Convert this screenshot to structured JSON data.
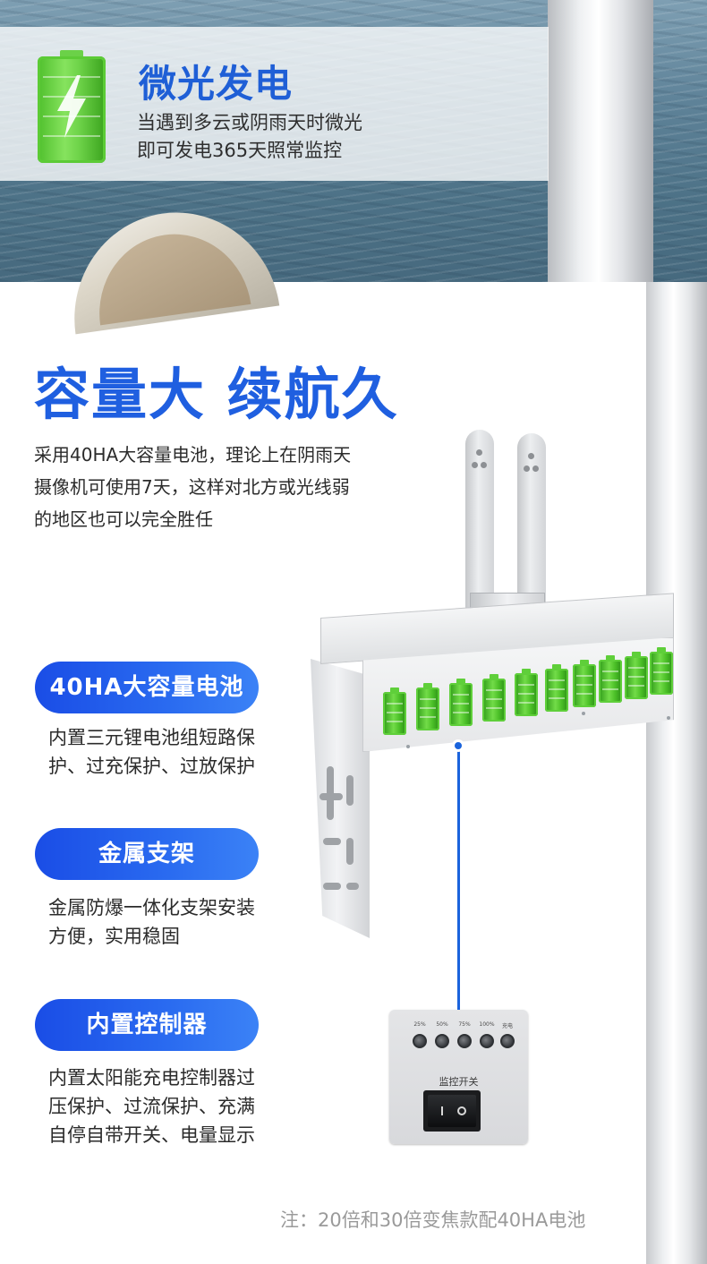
{
  "banner": {
    "title": "微光发电",
    "line1": "当遇到多云或阴雨天时微光",
    "line2": "即可发电365天照常监控"
  },
  "headline": {
    "title": "容量大 续航久",
    "intro_line1": "采用40HA大容量电池，理论上在阴雨天",
    "intro_line2": "摄像机可使用7天，这样对北方或光线弱",
    "intro_line3": "的地区也可以完全胜任"
  },
  "features": [
    {
      "label": "40HA大容量电池",
      "desc_line1": "内置三元锂电池组短路保",
      "desc_line2": "护、过充保护、过放保护"
    },
    {
      "label": "金属支架",
      "desc_line1": "金属防爆一体化支架安装",
      "desc_line2": "方便，实用稳固"
    },
    {
      "label": "内置控制器",
      "desc_line1": "内置太阳能充电控制器过",
      "desc_line2": "压保护、过流保护、充满",
      "desc_line3": "自停自带开关、电量显示"
    }
  ],
  "controller": {
    "levels": [
      "25%",
      "50%",
      "75%",
      "100%",
      "充电"
    ],
    "switch_label": "监控开关"
  },
  "note": "注：20倍和30倍变焦款配40HA电池",
  "colors": {
    "accent_blue": "#1f5fe0",
    "battery_green": "#4cc028"
  },
  "icons": {
    "banner_icon": "battery-charging-icon"
  }
}
